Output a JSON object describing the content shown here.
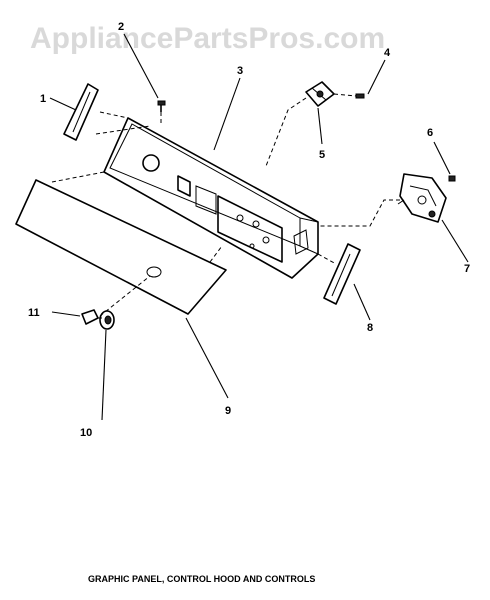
{
  "watermark": "AppliancePartsPros.com",
  "caption": "GRAPHIC PANEL, CONTROL HOOD AND CONTROLS",
  "callouts": {
    "c1": "1",
    "c2": "2",
    "c3": "3",
    "c4": "4",
    "c5": "5",
    "c6": "6",
    "c7": "7",
    "c8": "8",
    "c9": "9",
    "c10": "10",
    "c11": "11"
  }
}
